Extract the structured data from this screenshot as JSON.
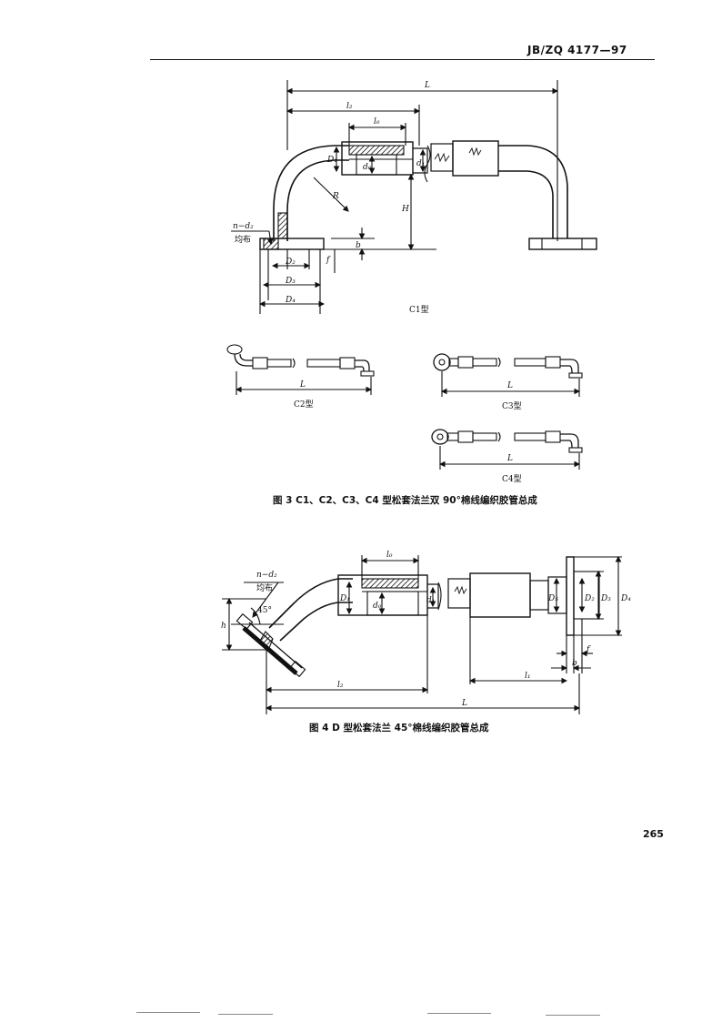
{
  "header": {
    "standard_no": "JB/ZQ 4177—97"
  },
  "figure3": {
    "caption": "图 3  C1、C2、C3、C4 型松套法兰双 90°棉线编织胶管总成",
    "types": {
      "c1": "C1型",
      "c2": "C2型",
      "c3": "C3型",
      "c4": "C4型"
    },
    "labels": {
      "L": "L",
      "l2": "l₂",
      "l0": "l₀",
      "D1": "D₁",
      "d0": "d₀",
      "d1": "d₁",
      "R": "R",
      "H": "H",
      "n_d2": "n−d₂",
      "uniform": "均布",
      "b": "b",
      "f": "f",
      "D2": "D₂",
      "D3": "D₃",
      "D4": "D₄"
    }
  },
  "figure4": {
    "caption": "图 4  D 型松套法兰 45°棉线编织胶管总成",
    "labels": {
      "l0": "l₀",
      "n_d2": "n−d₂",
      "uniform": "均布",
      "angle": "45°",
      "h": "h",
      "D1": "D₁",
      "d0": "d₀",
      "d1": "d₁",
      "D5": "D₅",
      "D2": "D₂",
      "D3": "D₃",
      "D4": "D₄",
      "f": "f",
      "b": "b",
      "l1": "l₁",
      "l2": "l₂",
      "L": "L"
    }
  },
  "footer": {
    "page_number": "265"
  }
}
